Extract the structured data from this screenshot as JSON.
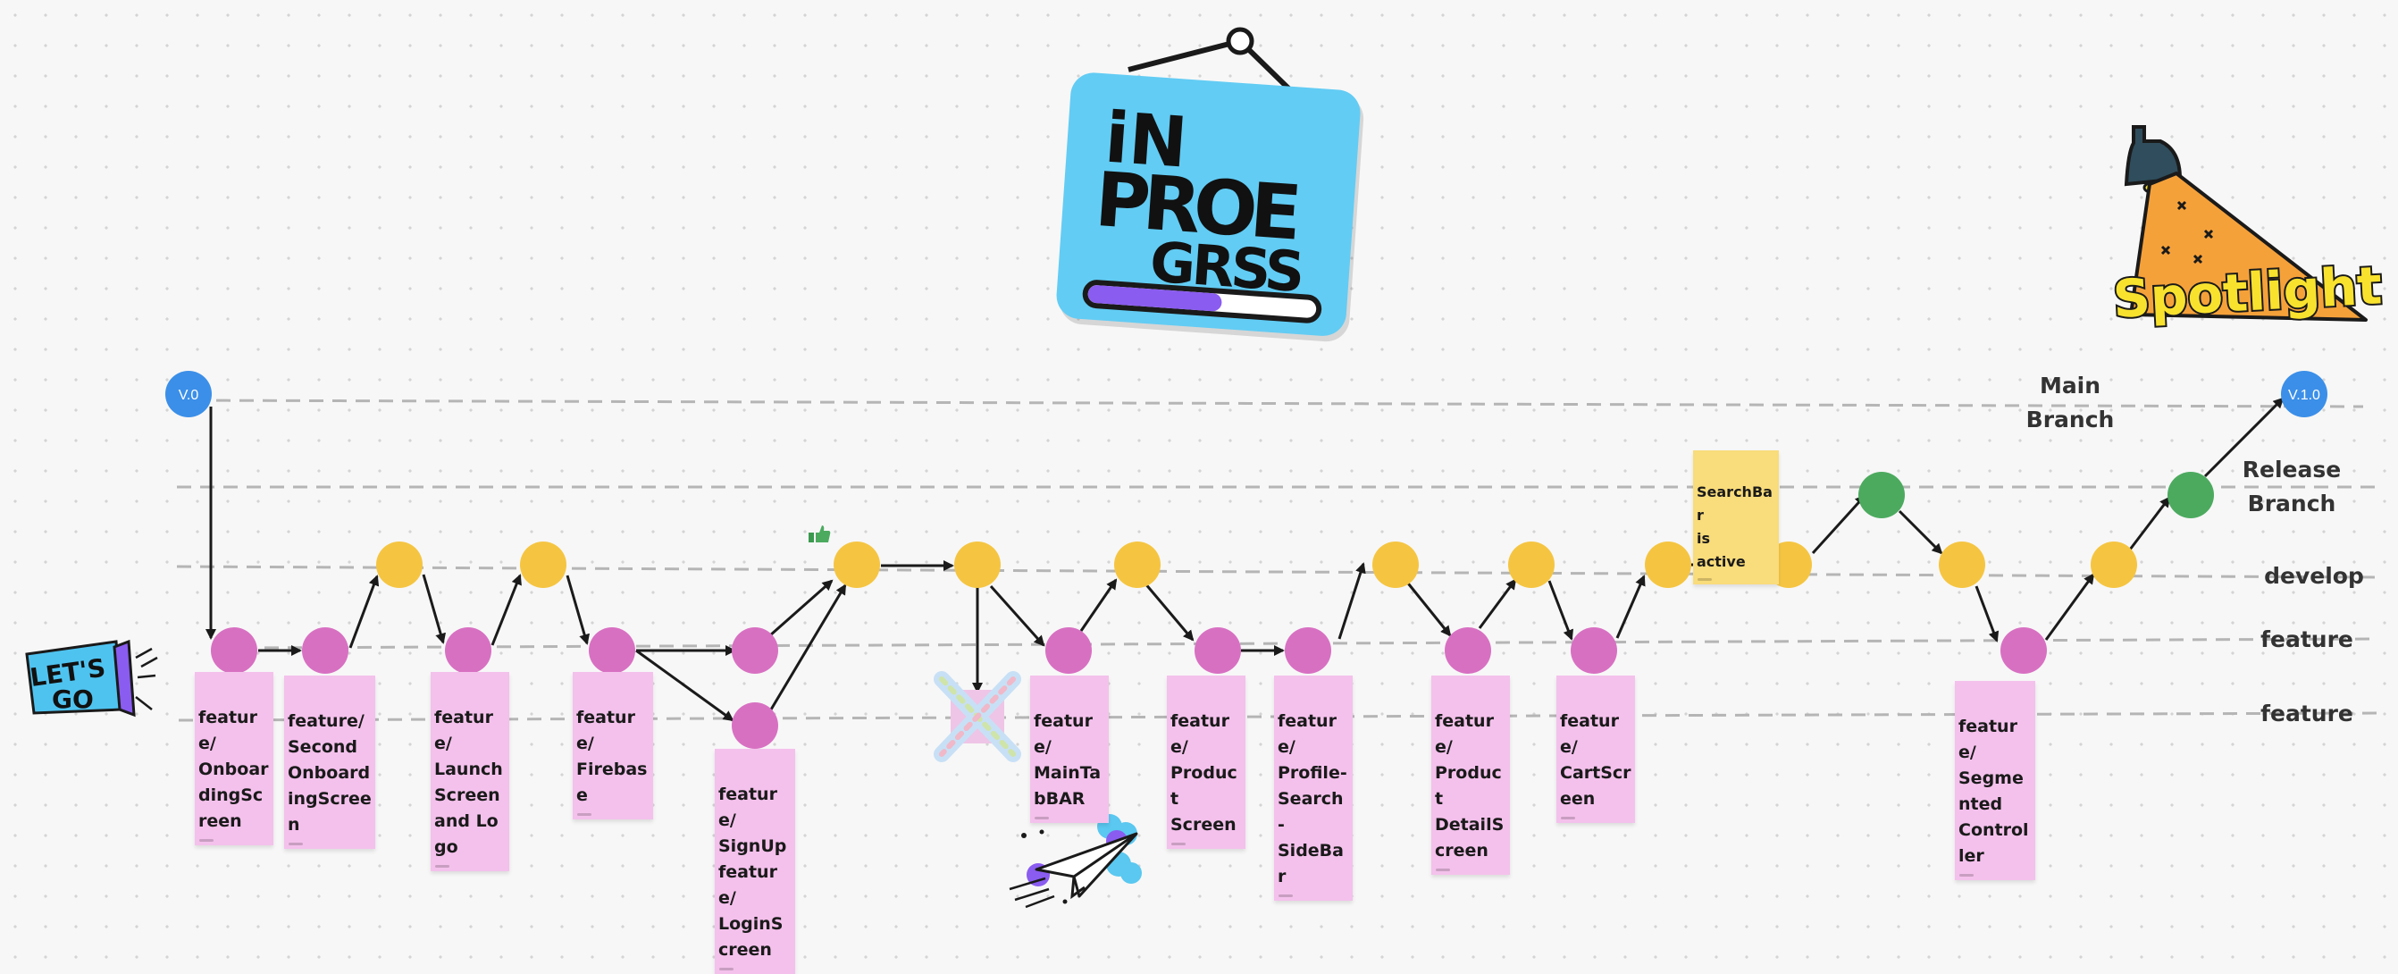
{
  "tags": {
    "start": "V.0",
    "end": "V.1.0"
  },
  "branch_labels": {
    "main": "Main\nBranch",
    "release": "Release\nBranch",
    "develop": "develop",
    "feature_1": "feature",
    "feature_2": "feature"
  },
  "notes": {
    "onboarding": "feature/\nOnboardingScreen",
    "second_onboarding": "feature/\nSecondOnboardingScreen",
    "launch_screen": "feature/\nLaunchScreen and Logo",
    "firebase": "feature/\nFirebase",
    "signup_login": "feature/\nSignUp\nfeature/\nLoginScreen",
    "main_tab_bar": "feature/\nMainTabBAR",
    "product_screen": "feature/\nProduct\nScreen",
    "profile_search": "feature/\nProfile-\nSearch-\nSideBar",
    "product_detail": "feature/\nProduct\nDetailScreen",
    "cart_screen": "feature/\nCartScreen",
    "segmented_control": "feature/\nSegmented\nControl\nler",
    "searchbar_active": "SearchBar\nis\nactive"
  },
  "stickers": {
    "in_progress": [
      "iN",
      "PROE",
      "GRSS"
    ],
    "spotlight": "Spotlight",
    "lets_go": [
      "LET'S",
      "GO"
    ]
  },
  "colors": {
    "tag": "#3b8fe8",
    "develop_commit": "#f5c542",
    "feature_commit": "#d870c2",
    "release_commit": "#4caa5f",
    "branch_line": "#b5b5b5",
    "sign_blue": "#62ccf4",
    "sign_purple": "#8a5cf0",
    "spotlight_orange": "#f5a13a",
    "spotlight_yellow": "#f9e22e"
  },
  "icons": [
    "thumbs-up-icon",
    "crossed-out-note-icon",
    "paper-plane-icon",
    "megaphone-icon",
    "lamp-icon"
  ]
}
